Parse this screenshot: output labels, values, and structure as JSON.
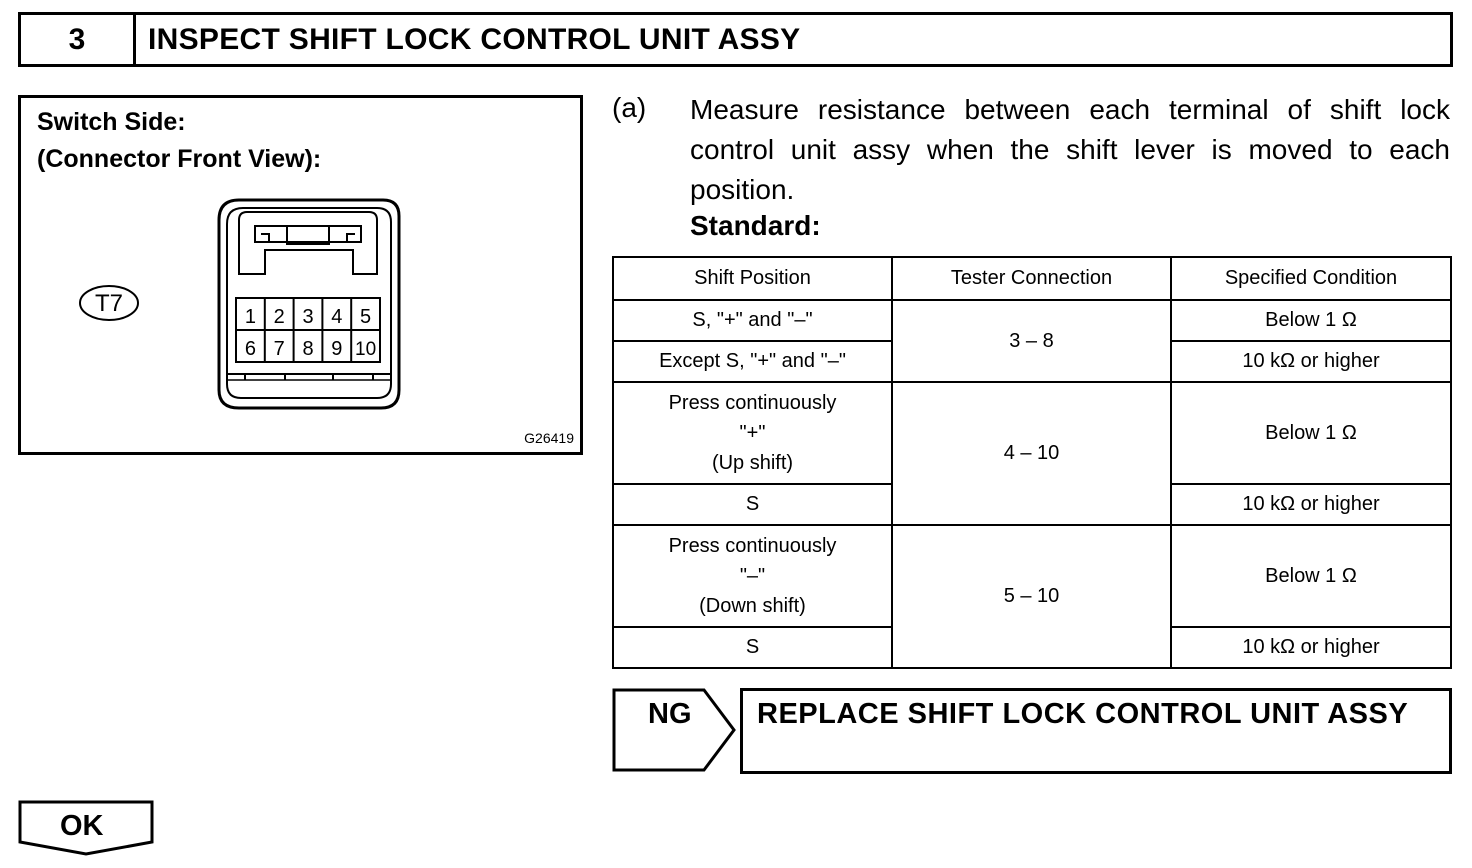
{
  "header": {
    "step_number": "3",
    "title": "INSPECT SHIFT LOCK CONTROL UNIT ASSY"
  },
  "figure": {
    "title_line1": "Switch Side:",
    "title_line2": "(Connector Front View):",
    "connector_id": "T7",
    "pins_top": [
      "1",
      "2",
      "3",
      "4",
      "5"
    ],
    "pins_bottom": [
      "6",
      "7",
      "8",
      "9",
      "10"
    ],
    "figure_code": "G26419"
  },
  "instruction": {
    "label": "(a)",
    "text": "Measure resistance between each terminal of shift lock control unit assy when the shift lever is moved to each position.",
    "standard_label": "Standard:"
  },
  "table": {
    "headers": [
      "Shift Position",
      "Tester Connection",
      "Specified Condition"
    ],
    "rows": [
      {
        "position": "S, \"+\" and \"–\"",
        "condition": "Below 1 Ω"
      },
      {
        "position": "Except S, \"+\" and \"–\"",
        "condition": "10 kΩ or higher"
      },
      {
        "position_lines": [
          "Press continuously",
          "\"+\"",
          "(Up shift)"
        ],
        "condition": "Below 1 Ω"
      },
      {
        "position": "S",
        "condition": "10 kΩ or higher"
      },
      {
        "position_lines": [
          "Press continuously",
          "\"–\"",
          "(Down shift)"
        ],
        "condition": "Below 1 Ω"
      },
      {
        "position": "S",
        "condition": "10 kΩ or higher"
      }
    ],
    "connections": [
      "3 – 8",
      "4 – 10",
      "5 – 10"
    ]
  },
  "ng": {
    "label": "NG",
    "action": "REPLACE SHIFT LOCK CONTROL UNIT ASSY"
  },
  "ok": {
    "label": "OK"
  }
}
